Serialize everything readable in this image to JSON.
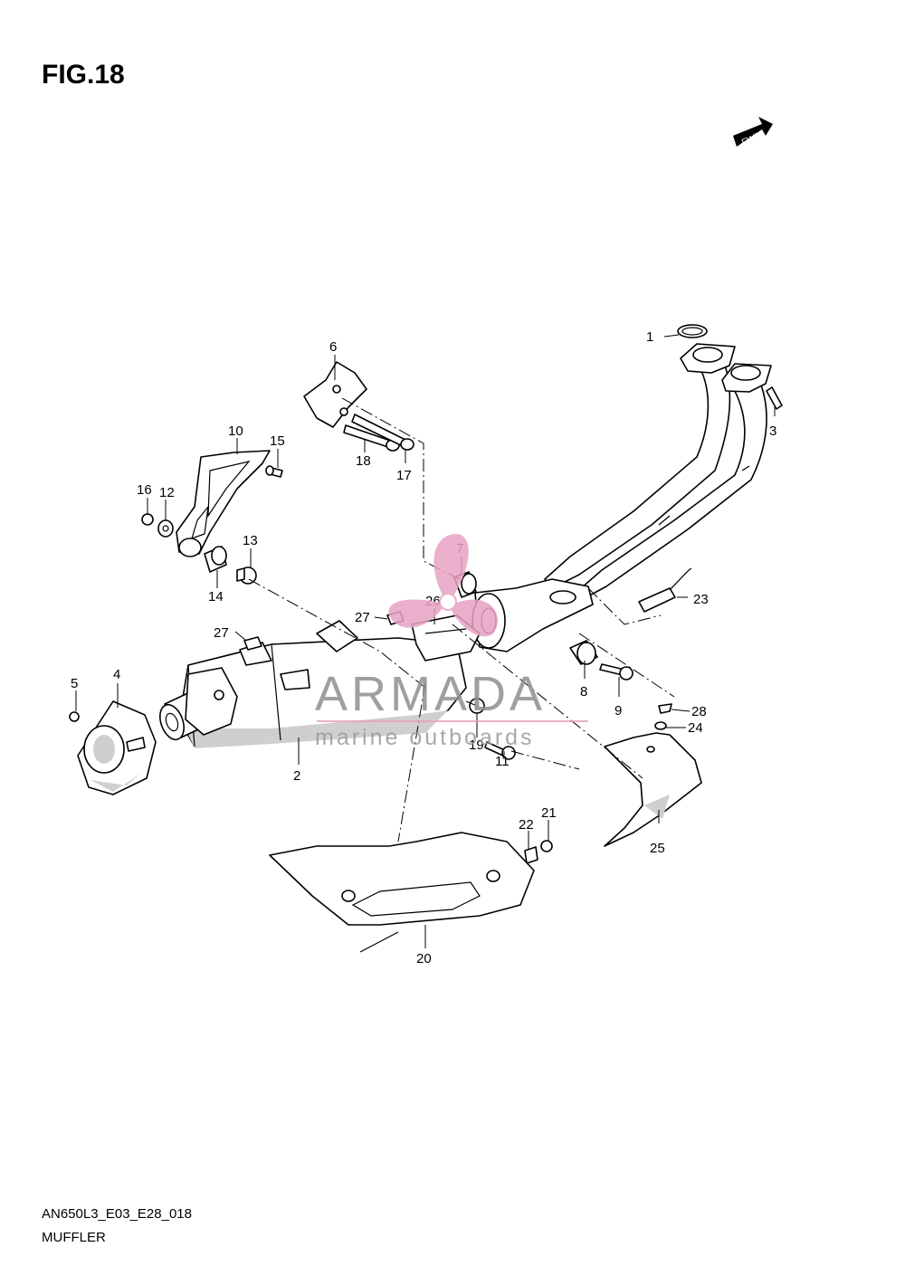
{
  "figure": {
    "title": "FIG.18",
    "fwd_label": "FWD",
    "code": "AN650L3_E03_E28_018",
    "name": "MUFFLER"
  },
  "watermark": {
    "brand": "ARMADA",
    "tagline": "marine outboards",
    "logo_color": "#e7a3c3",
    "text_color": "#8f8f8f"
  },
  "callouts": [
    "1",
    "2",
    "3",
    "4",
    "5",
    "6",
    "7",
    "8",
    "9",
    "10",
    "11",
    "12",
    "13",
    "14",
    "15",
    "16",
    "17",
    "18",
    "19",
    "20",
    "21",
    "22",
    "23",
    "24",
    "25",
    "26",
    "27",
    "27",
    "28"
  ]
}
